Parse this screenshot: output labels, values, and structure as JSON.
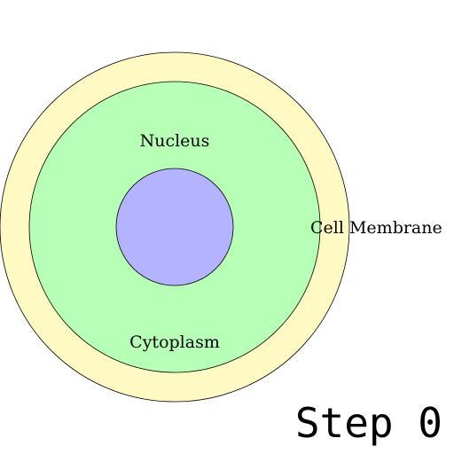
{
  "diagram": {
    "parts": {
      "membrane": {
        "label": "Cell Membrane",
        "color": "#fff9c4"
      },
      "cytoplasm": {
        "label": "Cytoplasm",
        "color": "#b7ffb7"
      },
      "nucleus": {
        "label": "Nucleus",
        "color": "#b3b3ff"
      }
    },
    "outline_color": "#000000"
  },
  "step": {
    "label": "Step 0"
  }
}
